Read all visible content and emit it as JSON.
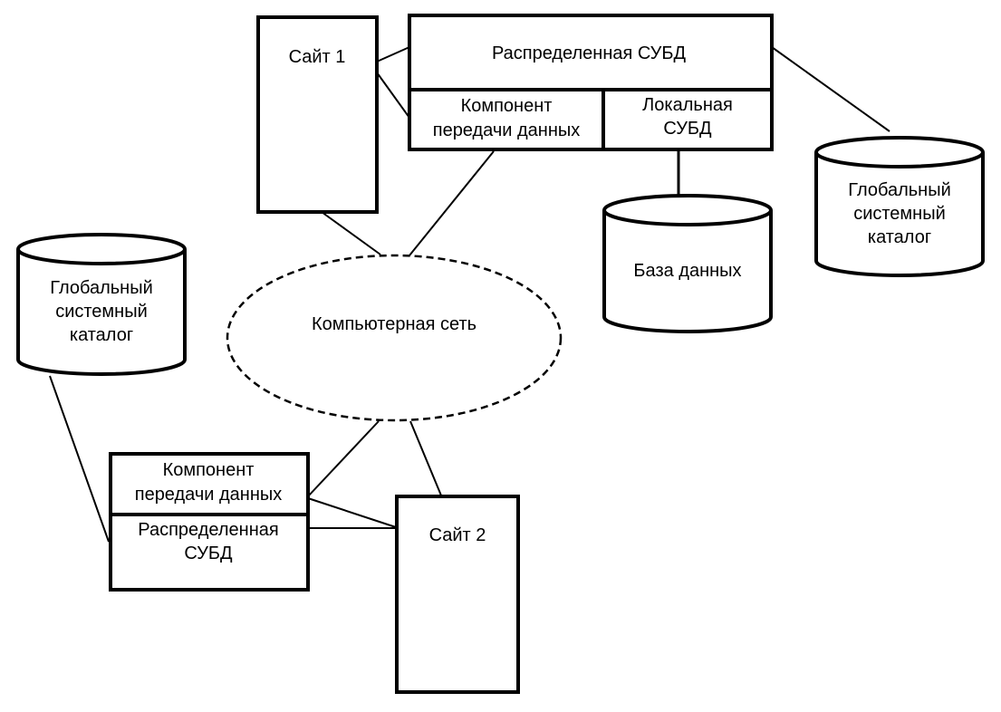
{
  "diagram": {
    "site1": {
      "label": "Сайт 1"
    },
    "site2": {
      "label": "Сайт 2"
    },
    "ddbms_top": {
      "label": "Распределенная СУБД"
    },
    "dc_top": {
      "line1": "Компонент",
      "line2": "передачи данных"
    },
    "local_dbms": {
      "line1": "Локальная",
      "line2": "СУБД"
    },
    "database": {
      "label": "База данных"
    },
    "gsc_right": {
      "line1": "Глобальный",
      "line2": "системный",
      "line3": "каталог"
    },
    "gsc_left": {
      "line1": "Глобальный",
      "line2": "системный",
      "line3": "каталог"
    },
    "network": {
      "label": "Компьютерная сеть"
    },
    "dc_bottom": {
      "line1": "Компонент",
      "line2": "передачи данных"
    },
    "ddbms_bottom": {
      "line1": "Распределенная",
      "line2": "СУБД"
    }
  }
}
